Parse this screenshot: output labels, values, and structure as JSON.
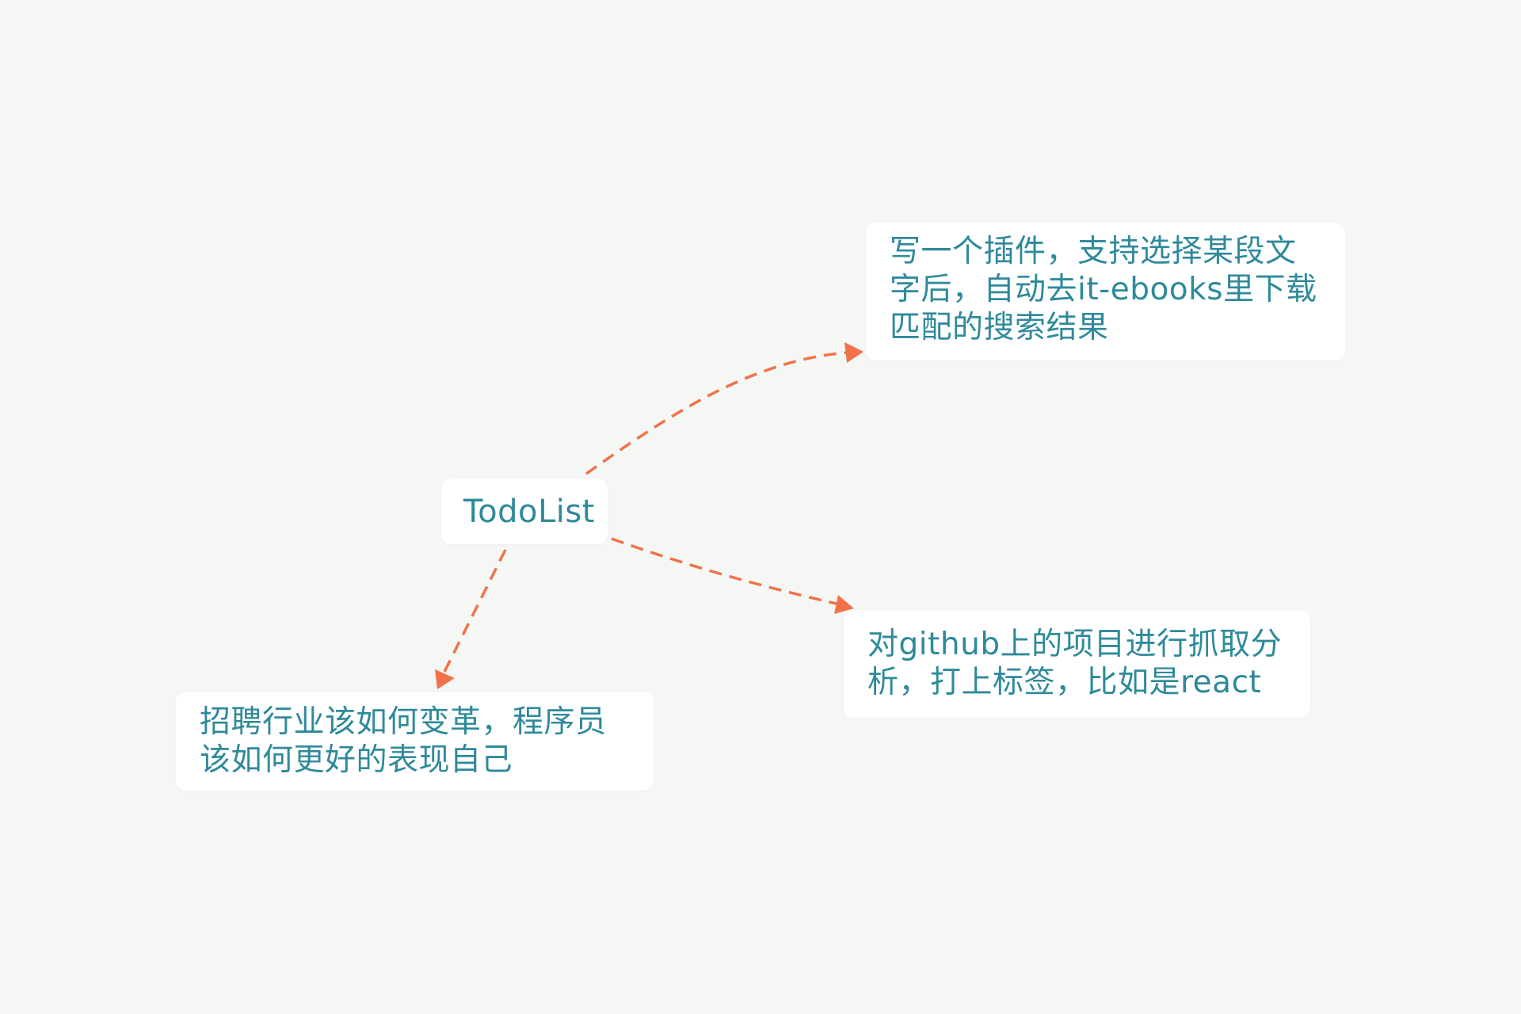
{
  "diagram": {
    "type": "mind-map",
    "edge_style": "dashed-arrow",
    "colors": {
      "background": "#f5f7f4",
      "node_fill": "#ffffff",
      "node_text": "#2e8a9a",
      "edge": "#f0724a"
    },
    "root": {
      "label": "TodoList"
    },
    "nodes": [
      {
        "id": "plugin",
        "label": "写一个插件，支持选择某段文字后，自动去it-ebooks里下载匹配的搜索结果"
      },
      {
        "id": "github",
        "label": "对github上的项目进行抓取分析，打上标签，比如是react"
      },
      {
        "id": "recruit",
        "label": "招聘行业该如何变革，程序员该如何更好的表现自己"
      }
    ],
    "edges": [
      {
        "from": "root",
        "to": "plugin"
      },
      {
        "from": "root",
        "to": "github"
      },
      {
        "from": "root",
        "to": "recruit"
      }
    ]
  }
}
